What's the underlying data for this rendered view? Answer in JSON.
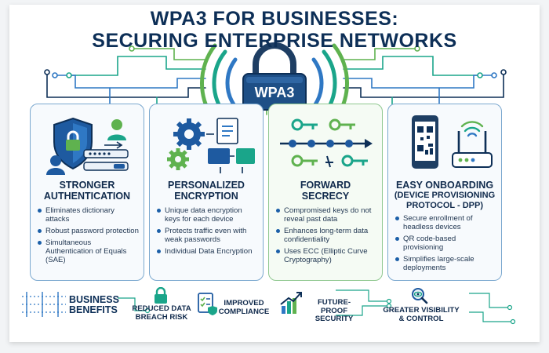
{
  "title": {
    "line1": "WPA3 FOR BUSINESSES:",
    "line2": "SECURING ENTERPRISE NETWORKS"
  },
  "hub": {
    "label": "WPA3",
    "icon": "lock-icon"
  },
  "colors": {
    "navy": "#0d2f57",
    "blue": "#2f78c4",
    "teal": "#1aa58a",
    "green": "#5fb24f",
    "card_border_blue": "#7ba8cf",
    "card_border_green": "#8fc88f"
  },
  "cards": [
    {
      "title_line1": "STRONGER",
      "title_line2": "AUTHENTICATION",
      "icon": "shield-lock-user-icon",
      "bullets": [
        "Eliminates dictionary attacks",
        "Robust password protection",
        "Simultaneous Authentication of Equals (SAE)"
      ]
    },
    {
      "title_line1": "PERSONALIZED",
      "title_line2": "ENCRYPTION",
      "icon": "gears-files-icon",
      "bullets": [
        "Unique data encryption keys for each device",
        "Protects traffic even with weak passwords",
        "Individual Data Encryption"
      ]
    },
    {
      "title_line1": "FORWARD",
      "title_line2": "SECRECY",
      "icon": "keys-timeline-icon",
      "bullets": [
        "Compromised keys do not reveal past data",
        "Enhances long-term data confidentiality",
        "Uses ECC (Elliptic Curve Cryptography)"
      ]
    },
    {
      "title_line1": "EASY ONBOARDING",
      "title_line2": "(DEVICE PROVISIONING",
      "title_line3": "PROTOCOL - DPP)",
      "icon": "phone-qr-router-icon",
      "bullets": [
        "Secure enrollment of headless devices",
        "QR code-based provisioning",
        "Simplifies large-scale deployments"
      ]
    }
  ],
  "benefits": {
    "label_line1": "BUSINESS",
    "label_line2": "BENEFITS",
    "items": [
      {
        "line1": "REDUCED DATA",
        "line2": "BREACH RISK",
        "icon": "lock-icon"
      },
      {
        "line1": "IMPROVED",
        "line2": "COMPLIANCE",
        "icon": "checklist-shield-icon"
      },
      {
        "line1": "FUTURE-PROOF",
        "line2": "SECURITY",
        "icon": "growth-chart-icon"
      },
      {
        "line1": "GREATER VISIBILITY",
        "line2": "& CONTROL",
        "icon": "magnifier-eye-icon"
      }
    ]
  }
}
